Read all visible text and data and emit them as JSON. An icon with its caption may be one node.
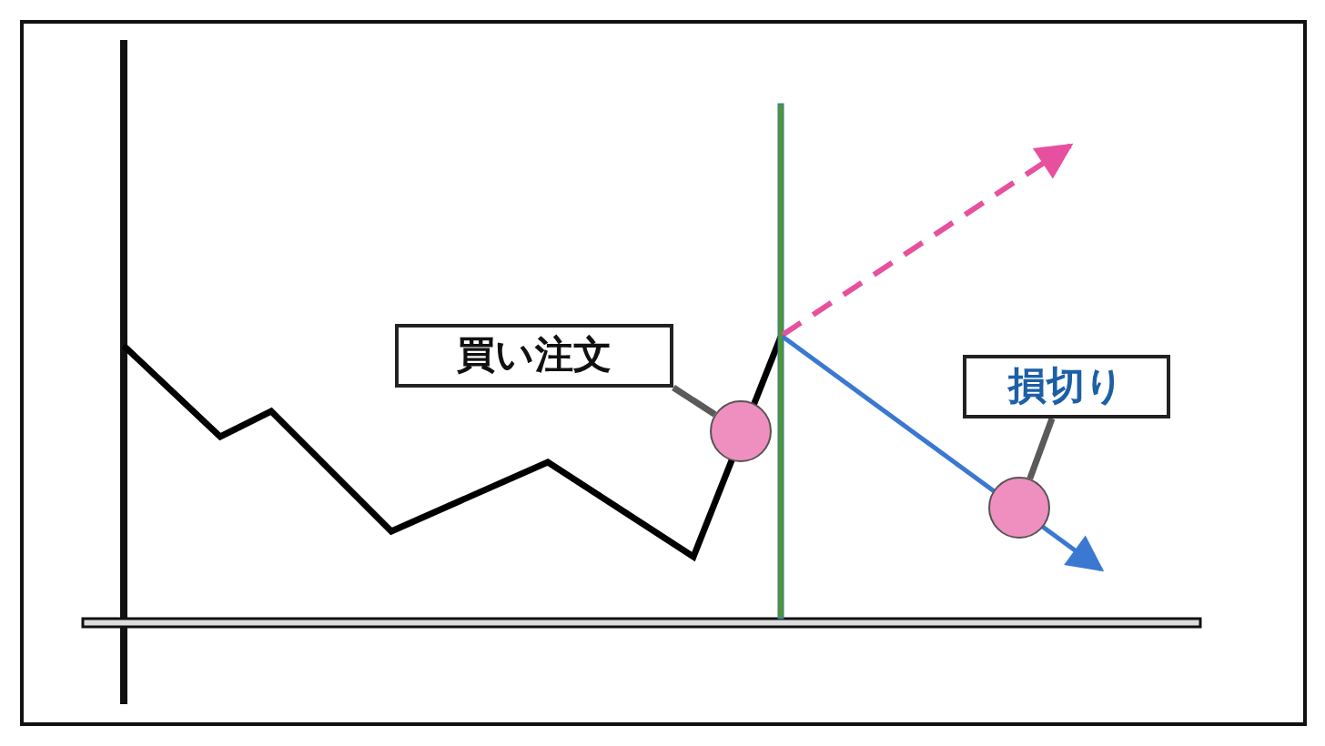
{
  "diagram": {
    "nodes": [
      {
        "text": [
          "買い注文"
        ]
      },
      {
        "text": [],
        "shape": "circle"
      },
      {
        "text": [
          "損切り"
        ]
      },
      {
        "text": [],
        "shape": "circle"
      }
    ],
    "edges": [
      {
        "from": 0,
        "to": 1,
        "arrow": "none"
      },
      {
        "from": 2,
        "to": 3,
        "arrow": "none"
      }
    ]
  }
}
